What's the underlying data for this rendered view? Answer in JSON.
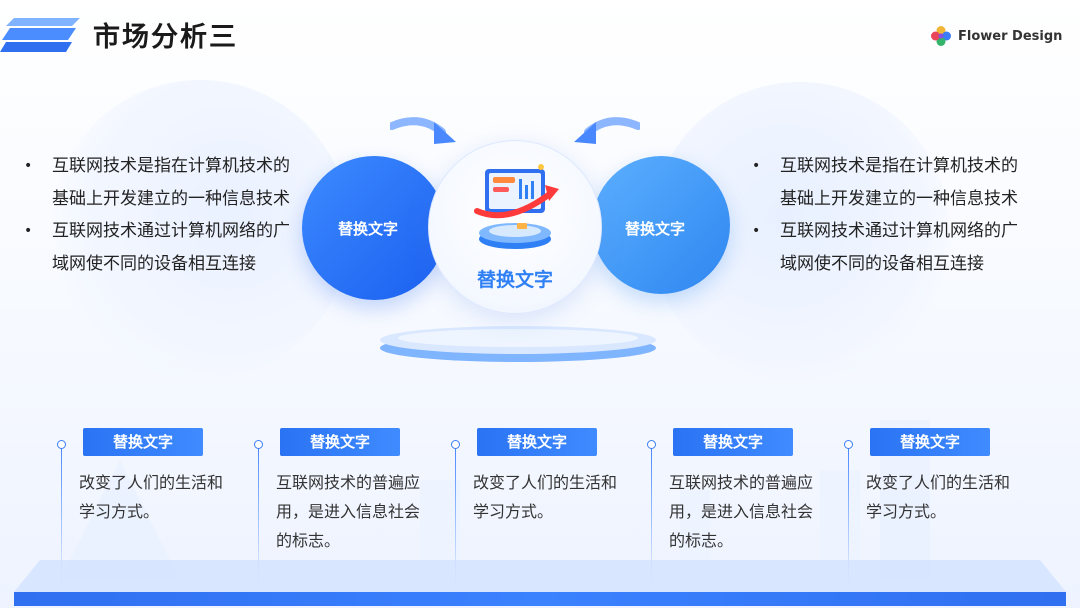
{
  "header": {
    "title": "市场分析三",
    "brand": "Flower Design"
  },
  "left_bullets": [
    "互联网技术是指在计算机技术的基础上开发建立的一种信息技术",
    "互联网技术通过计算机网络的广域网使不同的设备相互连接"
  ],
  "right_bullets": [
    "互联网技术是指在计算机技术的基础上开发建立的一种信息技术",
    "互联网技术通过计算机网络的广域网使不同的设备相互连接"
  ],
  "circles": {
    "left_label": "替换文字",
    "center_label": "替换文字",
    "right_label": "替换文字"
  },
  "steps": [
    {
      "tag": "替换文字",
      "desc": "改变了人们的生活和学习方式。"
    },
    {
      "tag": "替换文字",
      "desc": "互联网技术的普遍应用，是进入信息社会的标志。"
    },
    {
      "tag": "替换文字",
      "desc": "改变了人们的生活和学习方式。"
    },
    {
      "tag": "替换文字",
      "desc": "互联网技术的普遍应用，是进入信息社会的标志。"
    },
    {
      "tag": "替换文字",
      "desc": "改变了人们的生活和学习方式。"
    }
  ],
  "colors": {
    "primary_blue": "#2a73f4",
    "light_blue": "#4aa3ff",
    "center_text": "#2f7ff5"
  }
}
